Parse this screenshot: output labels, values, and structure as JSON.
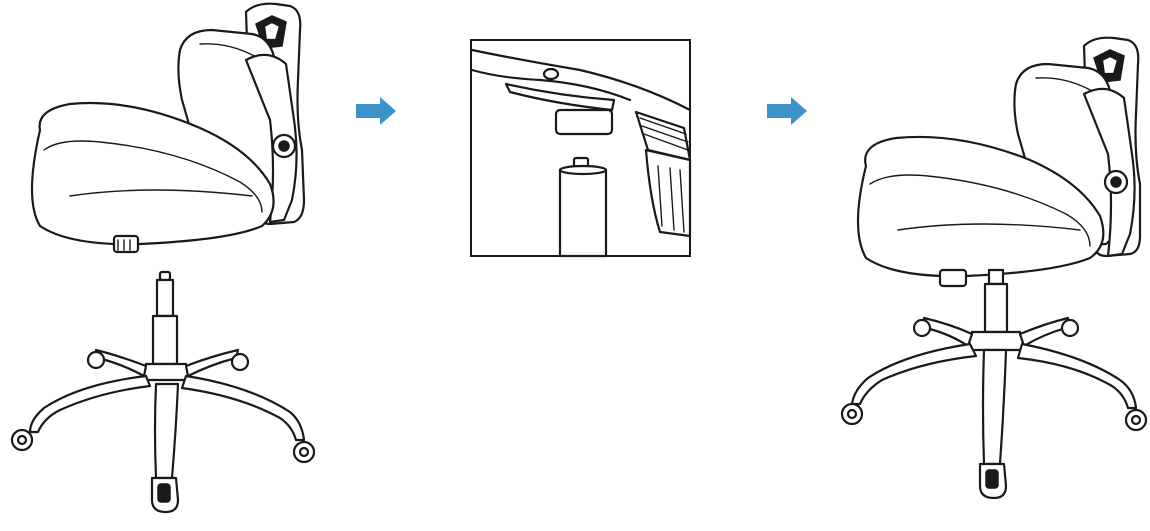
{
  "colors": {
    "line": "#1a1a1a",
    "arrow": "#3b93c7",
    "background": "#ffffff"
  },
  "steps": [
    {
      "id": "seat-and-base-separate"
    },
    {
      "id": "gas-lift-insert-detail"
    },
    {
      "id": "chair-assembled"
    }
  ],
  "icons": [
    "right-arrow-icon",
    "right-arrow-icon"
  ]
}
